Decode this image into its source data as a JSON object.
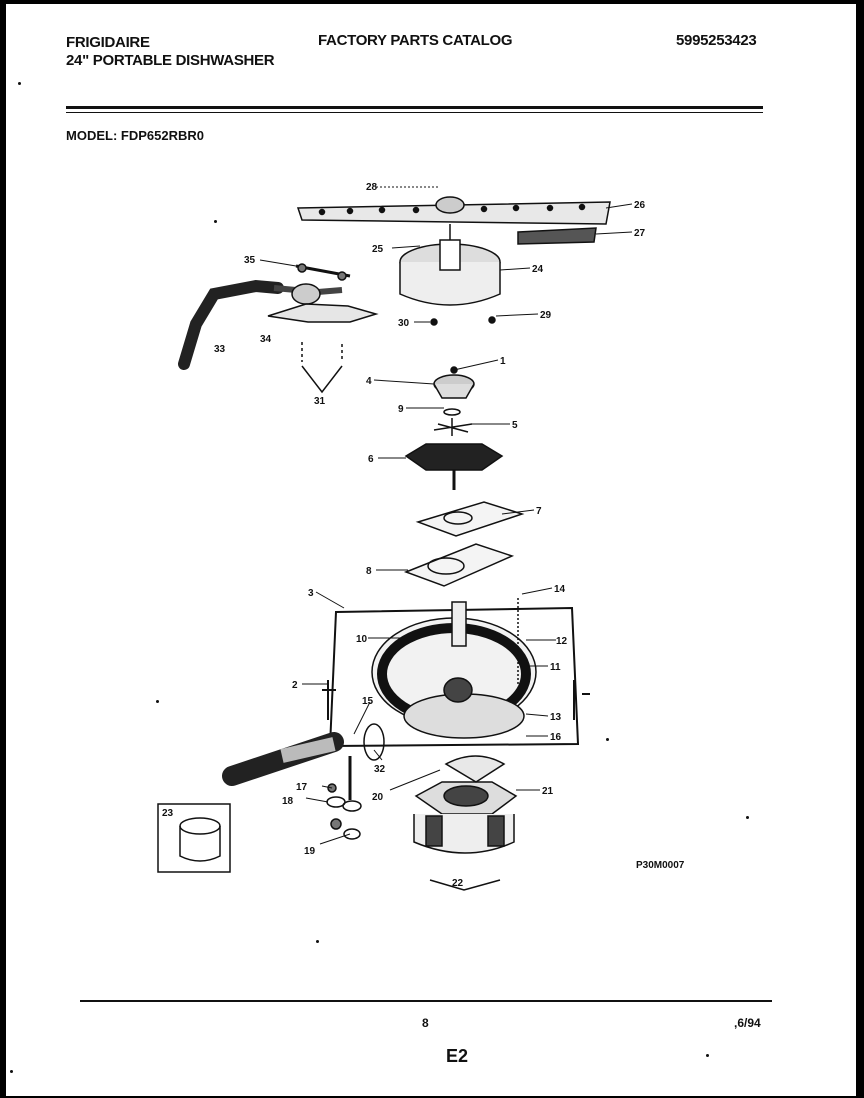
{
  "header": {
    "brand": "FRIGIDAIRE",
    "product": "24\" PORTABLE DISHWASHER",
    "catalog": "FACTORY PARTS CATALOG",
    "part_number": "5995253423"
  },
  "model_line": "MODEL: FDP652RBR0",
  "diagram": {
    "code": "P30M0007",
    "callouts": [
      "1",
      "2",
      "3",
      "4",
      "5",
      "6",
      "7",
      "8",
      "9",
      "10",
      "11",
      "12",
      "13",
      "14",
      "15",
      "16",
      "17",
      "18",
      "19",
      "20",
      "21",
      "22",
      "23",
      "24",
      "25",
      "26",
      "27",
      "28",
      "29",
      "30",
      "31",
      "32",
      "33",
      "34",
      "35"
    ]
  },
  "footer": {
    "page_number": "8",
    "date": ",6/94",
    "section": "E2"
  }
}
